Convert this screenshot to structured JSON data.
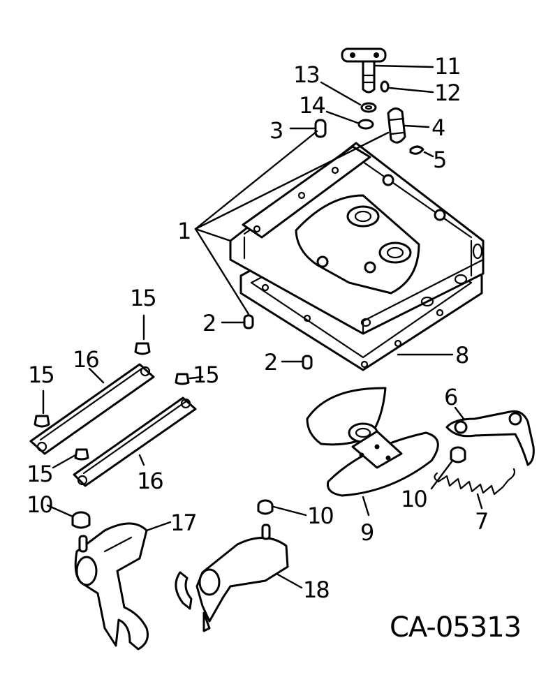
{
  "diagram": {
    "drawing_code": "CA-05313",
    "callouts": {
      "c1": "1",
      "c2a": "2",
      "c2b": "2",
      "c3": "3",
      "c4": "4",
      "c5": "5",
      "c6": "6",
      "c7": "7",
      "c8": "8",
      "c9": "9",
      "c10a": "10",
      "c10b": "10",
      "c10c": "10",
      "c11": "11",
      "c12": "12",
      "c13": "13",
      "c14": "14",
      "c15a": "15",
      "c15b": "15",
      "c15c": "15",
      "c15d": "15",
      "c16a": "16",
      "c16b": "16",
      "c17": "17",
      "c18": "18"
    }
  }
}
